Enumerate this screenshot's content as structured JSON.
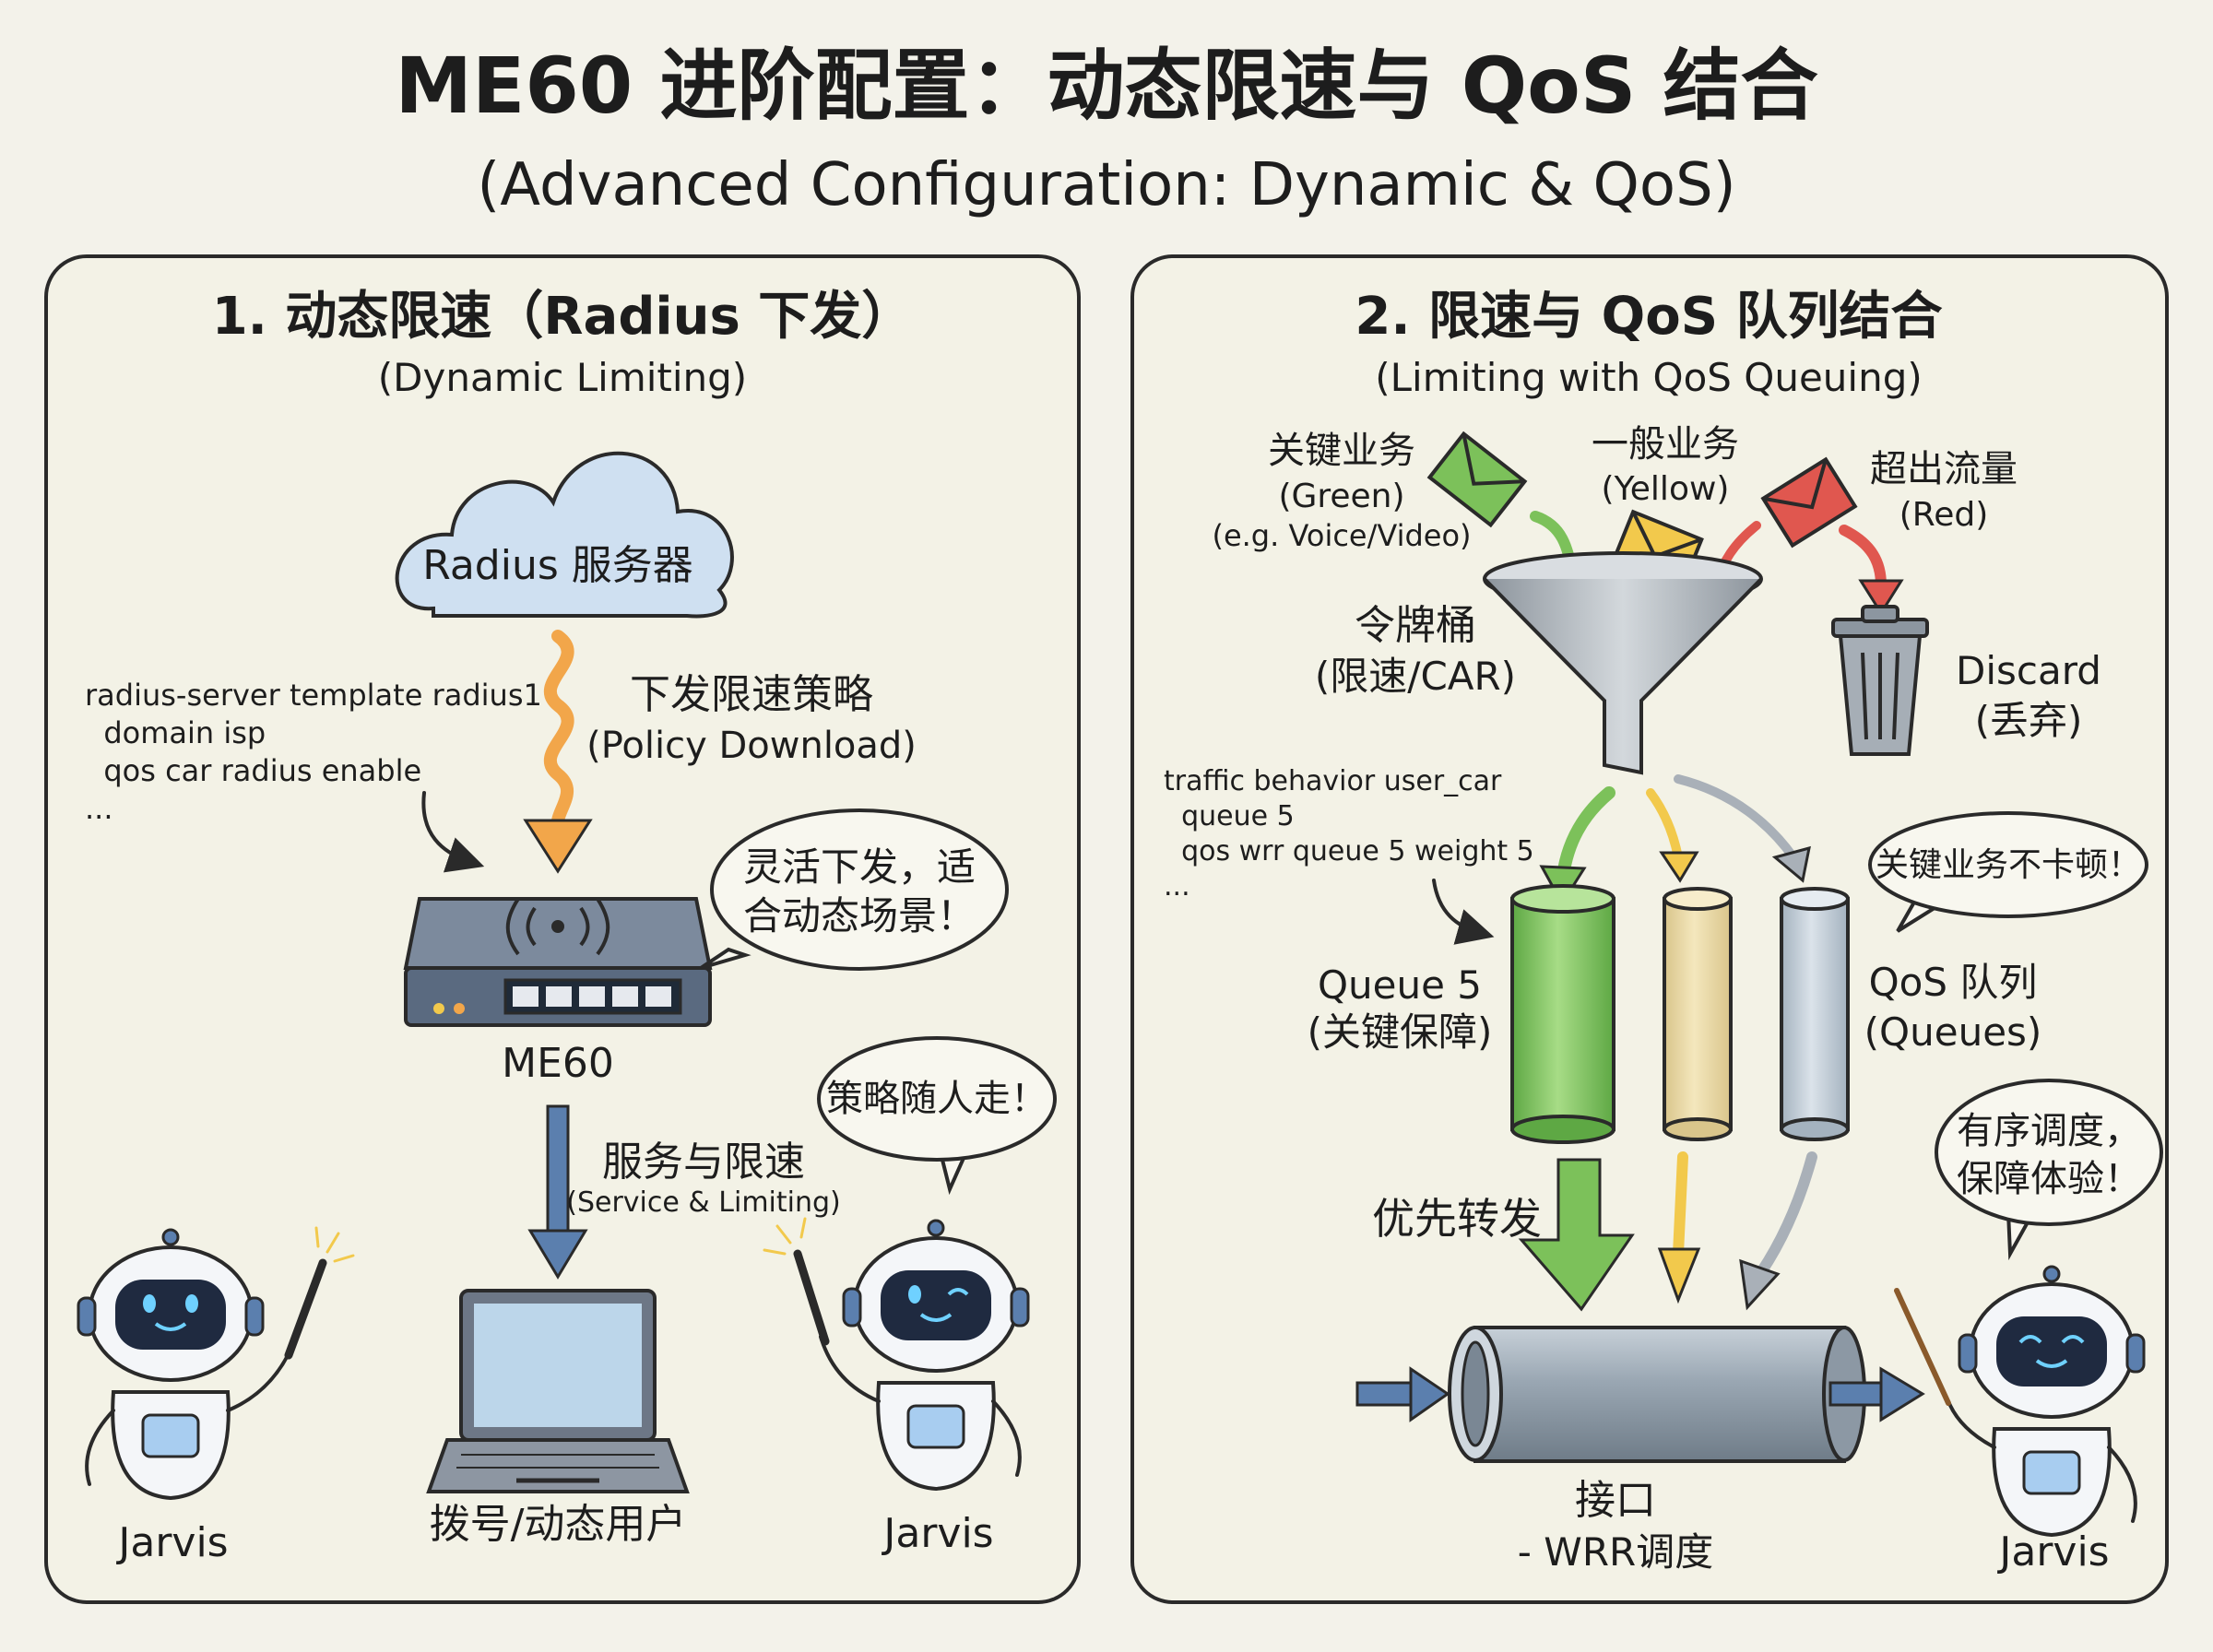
{
  "title": {
    "main": "ME60 进阶配置：动态限速与 QoS 结合",
    "sub": "(Advanced Configuration: Dynamic & QoS)"
  },
  "left_panel": {
    "heading": "1. 动态限速（Radius 下发）",
    "subheading": "(Dynamic Limiting)",
    "cloud_label": "Radius 服务器",
    "policy_label_cn": "下发限速策略",
    "policy_label_en": "(Policy Download)",
    "config_lines": [
      "radius-server template radius1",
      "  domain isp",
      "  qos car radius enable",
      "..."
    ],
    "router_label": "ME60",
    "bubble_flexible": [
      "灵活下发，适",
      "合动态场景！"
    ],
    "service_label_cn": "服务与限速",
    "service_label_en": "(Service & Limiting)",
    "laptop_label": "拨号/动态用户",
    "bubble_policy": "策略随人走！",
    "robot_left_name": "Jarvis",
    "robot_right_name": "Jarvis"
  },
  "right_panel": {
    "heading": "2. 限速与 QoS 队列结合",
    "subheading": "(Limiting with QoS Queuing)",
    "green_traffic": [
      "关键业务",
      "(Green)",
      "(e.g. Voice/Video)"
    ],
    "yellow_traffic": [
      "一般业务",
      "(Yellow)"
    ],
    "red_traffic": [
      "超出流量",
      "(Red)"
    ],
    "funnel_label": [
      "令牌桶",
      "(限速/CAR)"
    ],
    "discard_label": [
      "Discard",
      "(丢弃)"
    ],
    "config_lines": [
      "traffic behavior user_car",
      "  queue 5",
      "  qos wrr queue 5 weight 5",
      "..."
    ],
    "bubble_no_lag": "关键业务不卡顿！",
    "queue5_label": [
      "Queue 5",
      "(关键保障)"
    ],
    "qos_queues_label": [
      "QoS 队列",
      "(Queues)"
    ],
    "priority_label": "优先转发",
    "bubble_order": [
      "有序调度，",
      "保障体验！"
    ],
    "interface_label": [
      "接口",
      "- WRR调度"
    ],
    "robot_name": "Jarvis"
  },
  "colors": {
    "green": "#7cc15a",
    "yellow": "#f2c94c",
    "red": "#e0574f",
    "orange": "#f2a64a",
    "blue_arrow": "#5b7fae",
    "grey": "#a9b0b8"
  }
}
